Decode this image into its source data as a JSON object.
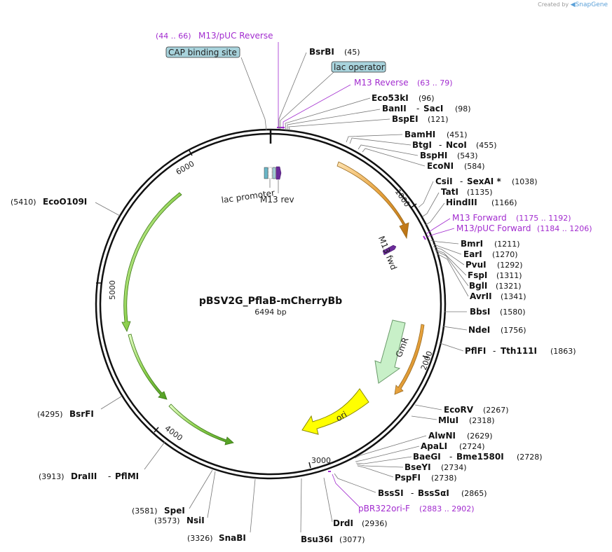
{
  "watermark": {
    "prefix": "Created by",
    "brand": "SnapGene"
  },
  "plasmid": {
    "name": "pBSV2G_PflaB-mCherryBb",
    "size_label": "6494 bp"
  },
  "ticks": [
    "1000",
    "2000",
    "3000",
    "4000",
    "5000",
    "6000"
  ],
  "boxed_features": [
    {
      "id": "cap",
      "label": "CAP binding site"
    },
    {
      "id": "lacop",
      "label": "lac operator"
    }
  ],
  "features": [
    {
      "id": "lacpromoter",
      "label": "lac promoter"
    },
    {
      "id": "m13rev",
      "label": "M13 rev"
    },
    {
      "id": "m13fwd",
      "label": "M13 fwd"
    },
    {
      "id": "gmr",
      "label": "GmR"
    },
    {
      "id": "ori",
      "label": "ori"
    }
  ],
  "primers": [
    {
      "id": "m13pucrev",
      "name": "M13/pUC Reverse",
      "pos": "(44 .. 66)"
    },
    {
      "id": "m13rev",
      "name": "M13 Reverse",
      "pos": "(63 .. 79)"
    },
    {
      "id": "m13f",
      "name": "M13 Forward",
      "pos": "(1175 .. 1192)"
    },
    {
      "id": "m13pucf",
      "name": "M13/pUC Forward",
      "pos": "(1184 .. 1206)"
    },
    {
      "id": "pbr",
      "name": "pBR322ori-F",
      "pos": "(2883 .. 2902)"
    }
  ],
  "sites": [
    {
      "id": "bsrbi",
      "name": "BsrBI",
      "pos": "(45)"
    },
    {
      "id": "eco53ki",
      "name": "Eco53kI",
      "pos": "(96)"
    },
    {
      "id": "banii",
      "name": "BanII",
      "name2": "SacI",
      "pos": "(98)"
    },
    {
      "id": "bspei",
      "name": "BspEI",
      "pos": "(121)"
    },
    {
      "id": "bamhi",
      "name": "BamHI",
      "pos": "(451)"
    },
    {
      "id": "btgi",
      "name": "BtgI",
      "name2": "NcoI",
      "pos": "(455)"
    },
    {
      "id": "bsphi",
      "name": "BspHI",
      "pos": "(543)"
    },
    {
      "id": "econi",
      "name": "EcoNI",
      "pos": "(584)"
    },
    {
      "id": "csii",
      "name": "CsiI",
      "name2": "SexAI *",
      "pos": "(1038)"
    },
    {
      "id": "tati",
      "name": "TatI",
      "pos": "(1135)"
    },
    {
      "id": "hindiii",
      "name": "HindIII",
      "pos": "(1166)"
    },
    {
      "id": "bmri",
      "name": "BmrI",
      "pos": "(1211)"
    },
    {
      "id": "eari",
      "name": "EarI",
      "pos": "(1270)"
    },
    {
      "id": "pvui",
      "name": "PvuI",
      "pos": "(1292)"
    },
    {
      "id": "fspi",
      "name": "FspI",
      "pos": "(1311)"
    },
    {
      "id": "bgli",
      "name": "BglI",
      "pos": "(1321)"
    },
    {
      "id": "avrii",
      "name": "AvrII",
      "pos": "(1341)"
    },
    {
      "id": "bbsi",
      "name": "BbsI",
      "pos": "(1580)"
    },
    {
      "id": "ndei",
      "name": "NdeI",
      "pos": "(1756)"
    },
    {
      "id": "pflfi",
      "name": "PflFI",
      "name2": "Tth111I",
      "pos": "(1863)"
    },
    {
      "id": "ecorv",
      "name": "EcoRV",
      "pos": "(2267)"
    },
    {
      "id": "mlui",
      "name": "MluI",
      "pos": "(2318)"
    },
    {
      "id": "alwni",
      "name": "AlwNI",
      "pos": "(2629)"
    },
    {
      "id": "apali",
      "name": "ApaLI",
      "pos": "(2724)"
    },
    {
      "id": "baegi",
      "name": "BaeGI",
      "name2": "Bme1580I",
      "pos": "(2728)"
    },
    {
      "id": "bseyi",
      "name": "BseYI",
      "pos": "(2734)"
    },
    {
      "id": "pspfi",
      "name": "PspFI",
      "pos": "(2738)"
    },
    {
      "id": "bsssi",
      "name": "BssSI",
      "name2": "BssSαI",
      "pos": "(2865)"
    },
    {
      "id": "drdi",
      "name": "DrdI",
      "pos": "(2936)"
    },
    {
      "id": "bsu36i",
      "name": "Bsu36I",
      "pos": "(3077)"
    },
    {
      "id": "snabi",
      "name": "SnaBI",
      "pos": "(3326)"
    },
    {
      "id": "nsii",
      "name": "NsiI",
      "pos": "(3573)"
    },
    {
      "id": "spei",
      "name": "SpeI",
      "pos": "(3581)"
    },
    {
      "id": "draiii",
      "name": "DraIII",
      "name2": "PflMI",
      "pos": "(3913)"
    },
    {
      "id": "bsrfi",
      "name": "BsrFI",
      "pos": "(4295)"
    },
    {
      "id": "ecoo109i",
      "name": "EcoO109I",
      "pos": "(5410)"
    }
  ],
  "colors": {
    "backbone": "#111111",
    "orange_arrow": "#e8a33d",
    "green_arrow": "#8fd14f",
    "gmr": "#c8f0c8",
    "ori": "#ffff00",
    "primer": "#a22ccf",
    "boxed_feature": "#a8d3dc"
  }
}
